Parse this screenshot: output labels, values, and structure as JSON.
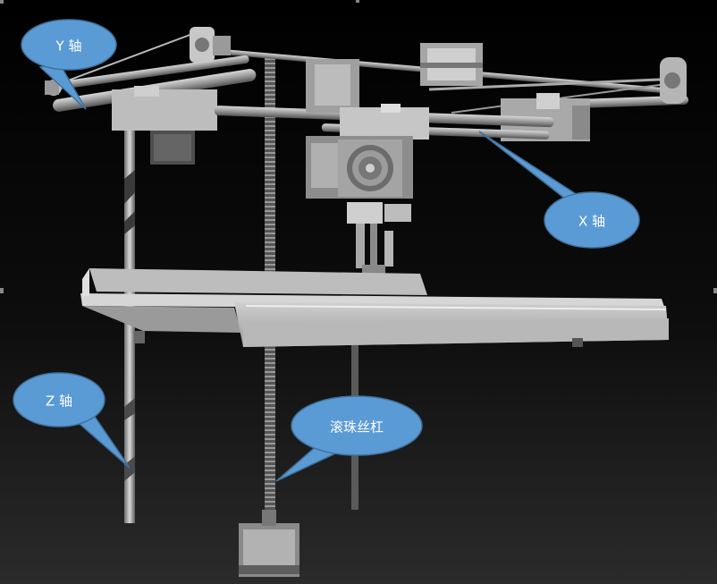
{
  "callouts": {
    "y_axis": "Y 轴",
    "x_axis": "X 轴",
    "z_axis": "Z 轴",
    "ball_screw": "滚珠丝杠"
  },
  "colors": {
    "callout_fill": "#5B9BD5",
    "callout_stroke": "#41719C",
    "background_top": "#000000",
    "background_bottom": "#2a2a2a",
    "metal_light": "#bdbdbd",
    "metal_mid": "#8e8e8e",
    "metal_dark": "#4a4a4a"
  }
}
